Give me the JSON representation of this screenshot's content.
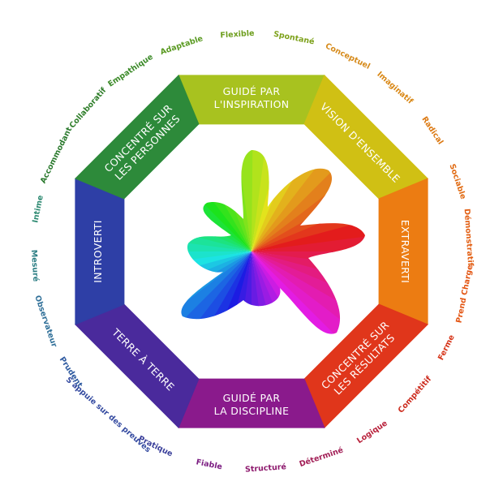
{
  "segments": [
    {
      "id": "inspiration",
      "lines": [
        "GUIDÉ PAR",
        "L'INSPIRATION"
      ],
      "color": "#a8c21f"
    },
    {
      "id": "vision",
      "lines": [
        "VISION D'ENSEMBLE"
      ],
      "color": "#d0c014"
    },
    {
      "id": "extraverti",
      "lines": [
        "EXTRAVERTI"
      ],
      "color": "#ec7c12"
    },
    {
      "id": "resultats",
      "lines": [
        "CONCENTRÉ SUR",
        "LES RÉSULTATS"
      ],
      "color": "#e0361b"
    },
    {
      "id": "discipline",
      "lines": [
        "GUIDÉ PAR",
        "LA DISCIPLINE"
      ],
      "color": "#8a1a8c"
    },
    {
      "id": "terre",
      "lines": [
        "TERRE À TERRE"
      ],
      "color": "#4a2a9c"
    },
    {
      "id": "introverti",
      "lines": [
        "INTROVERTI"
      ],
      "color": "#2e3fa6"
    },
    {
      "id": "personnes",
      "lines": [
        "CONCENTRÉ SUR",
        "LES PERSONNES"
      ],
      "color": "#2d8a3a"
    }
  ],
  "traits": [
    {
      "label": "Flexible",
      "color": "#6e9e1e"
    },
    {
      "label": "Spontané",
      "color": "#7ea21c"
    },
    {
      "label": "Conceptuel",
      "color": "#d68a1a"
    },
    {
      "label": "Imaginatif",
      "color": "#d98816"
    },
    {
      "label": "Radical",
      "color": "#dc7a14"
    },
    {
      "label": "Sociable",
      "color": "#e06a12"
    },
    {
      "label": "Démonstratif",
      "color": "#e25e12"
    },
    {
      "label": "Prend Charge",
      "color": "#e35512"
    },
    {
      "label": "Ferme",
      "color": "#d63418"
    },
    {
      "label": "Compétitif",
      "color": "#cc2a1c"
    },
    {
      "label": "Logique",
      "color": "#b8203a"
    },
    {
      "label": "Déterminé",
      "color": "#a21e56"
    },
    {
      "label": "Structuré",
      "color": "#8e1a6e"
    },
    {
      "label": "Fiable",
      "color": "#7c1e82"
    },
    {
      "label": "Pratique",
      "color": "#3a3f9a"
    },
    {
      "label": "S'appuie sur des preuves",
      "color": "#344aa0"
    },
    {
      "label": "Prudent",
      "color": "#2e5aa0"
    },
    {
      "label": "Observateur",
      "color": "#2f6f98"
    },
    {
      "label": "Mesuré",
      "color": "#2d7e84"
    },
    {
      "label": "Intime",
      "color": "#2e8a72"
    },
    {
      "label": "Accommodant",
      "color": "#2b7a2e"
    },
    {
      "label": "Collaboratif",
      "color": "#2f7e2a"
    },
    {
      "label": "Empathique",
      "color": "#3b8a28"
    },
    {
      "label": "Adaptable",
      "color": "#5a9a22"
    }
  ]
}
